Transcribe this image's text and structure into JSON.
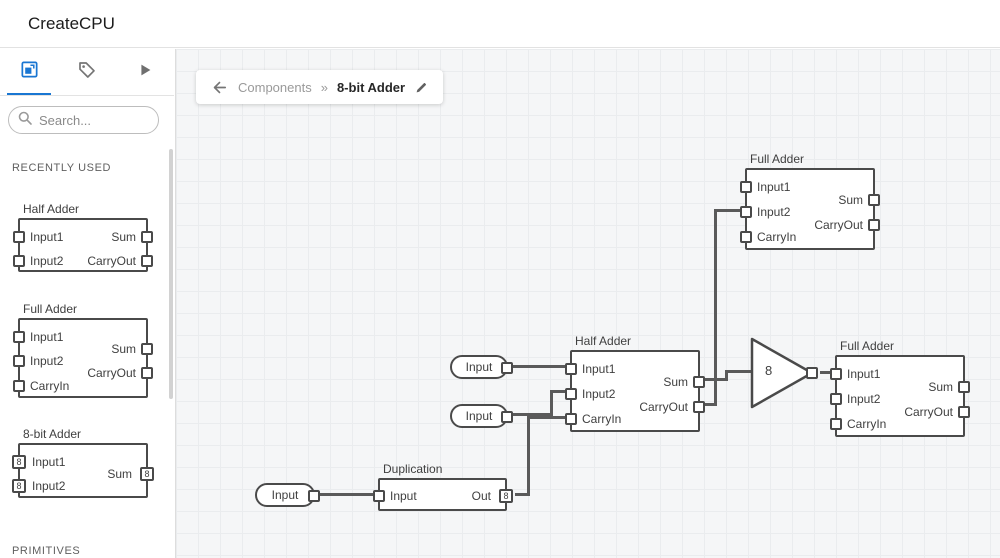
{
  "header": {
    "title": "CreateCPU"
  },
  "sidebar": {
    "tabs": [
      {
        "icon": "chip-icon",
        "active": true
      },
      {
        "icon": "tag-icon",
        "active": false
      },
      {
        "icon": "play-icon",
        "active": false
      }
    ],
    "search": {
      "placeholder": "Search..."
    },
    "sections": {
      "recently_used": "RECENTLY USED",
      "primitives": "PRIMITIVES"
    },
    "components": [
      {
        "title": "Half Adder",
        "left_pins": [
          "Input1",
          "Input2"
        ],
        "right_pins": [
          "Sum",
          "CarryOut"
        ]
      },
      {
        "title": "Full Adder",
        "left_pins": [
          "Input1",
          "Input2",
          "CarryIn"
        ],
        "right_pins": [
          "Sum",
          "CarryOut"
        ]
      },
      {
        "title": "8-bit Adder",
        "left_pins": [
          "Input1",
          "Input2"
        ],
        "right_pins": [
          "Sum"
        ],
        "bus_width": "8"
      }
    ]
  },
  "breadcrumb": {
    "parent": "Components",
    "separator": "»",
    "current": "8-bit Adder"
  },
  "canvas": {
    "nodes": [
      {
        "title": "Full Adder",
        "left_pins": [
          "Input1",
          "Input2",
          "CarryIn"
        ],
        "right_pins": [
          "Sum",
          "CarryOut"
        ]
      },
      {
        "title": "Half Adder",
        "left_pins": [
          "Input1",
          "Input2",
          "CarryIn"
        ],
        "right_pins": [
          "Sum",
          "CarryOut"
        ]
      },
      {
        "title": "Full Adder",
        "left_pins": [
          "Input1",
          "Input2",
          "CarryIn"
        ],
        "right_pins": [
          "Sum",
          "CarryOut"
        ]
      },
      {
        "title": "Duplication",
        "left_pins": [
          "Input"
        ],
        "right_pins": [
          "Out"
        ],
        "bus_width": "8"
      }
    ],
    "input_pills": [
      {
        "label": "Input"
      },
      {
        "label": "Input"
      },
      {
        "label": "Input"
      }
    ],
    "gate": {
      "label": "8"
    }
  },
  "colors": {
    "accent": "#1976d2",
    "wire": "#5a5a5a",
    "node_border": "#4a4a4a",
    "canvas_bg": "#f5f6f7",
    "grid_line": "#eaecee"
  }
}
